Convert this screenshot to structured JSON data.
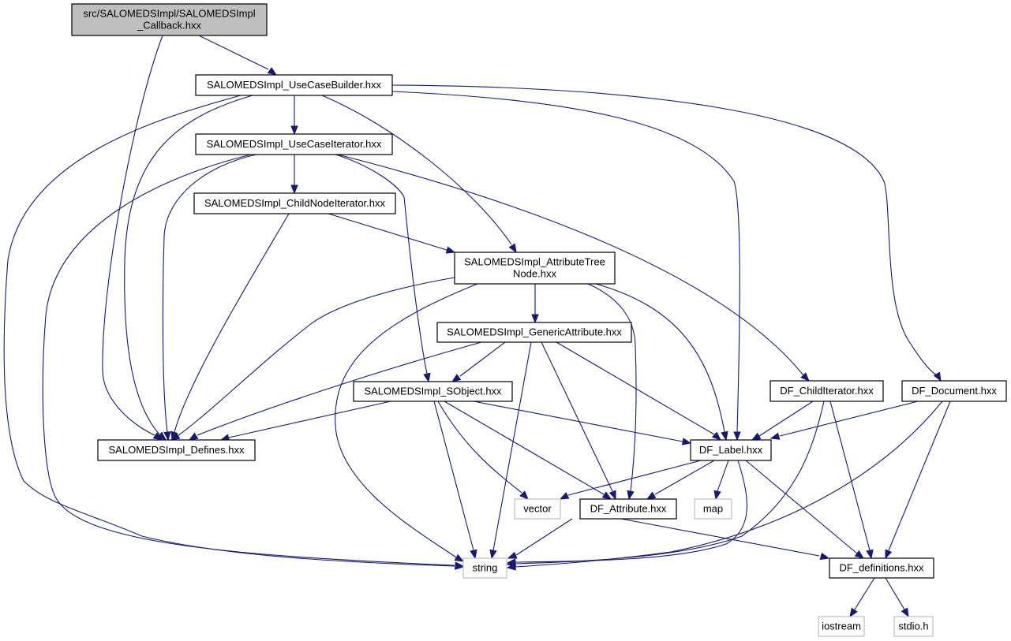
{
  "diagram": {
    "type": "include-dependency-graph",
    "colors": {
      "edge": "#191970",
      "root_fill": "#bfbfbf",
      "root_border": "#000000",
      "node_border": "#000000",
      "external_border": "#bfbfbf",
      "background": "#ffffff"
    },
    "nodes": [
      {
        "id": "callback",
        "lines": [
          "src/SALOMEDSImpl/SALOMEDSImpl",
          "_Callback.hxx"
        ],
        "kind": "root"
      },
      {
        "id": "usecasebuilder",
        "lines": [
          "SALOMEDSImpl_UseCaseBuilder.hxx"
        ],
        "kind": "internal"
      },
      {
        "id": "usecaseiterator",
        "lines": [
          "SALOMEDSImpl_UseCaseIterator.hxx"
        ],
        "kind": "internal"
      },
      {
        "id": "childnodeiterator",
        "lines": [
          "SALOMEDSImpl_ChildNodeIterator.hxx"
        ],
        "kind": "internal"
      },
      {
        "id": "attributetreenode",
        "lines": [
          "SALOMEDSImpl_AttributeTree",
          "Node.hxx"
        ],
        "kind": "internal"
      },
      {
        "id": "genericattribute",
        "lines": [
          "SALOMEDSImpl_GenericAttribute.hxx"
        ],
        "kind": "internal"
      },
      {
        "id": "sobject",
        "lines": [
          "SALOMEDSImpl_SObject.hxx"
        ],
        "kind": "internal"
      },
      {
        "id": "defines",
        "lines": [
          "SALOMEDSImpl_Defines.hxx"
        ],
        "kind": "internal"
      },
      {
        "id": "dfchilditerator",
        "lines": [
          "DF_ChildIterator.hxx"
        ],
        "kind": "internal"
      },
      {
        "id": "dfdocument",
        "lines": [
          "DF_Document.hxx"
        ],
        "kind": "internal"
      },
      {
        "id": "dflabel",
        "lines": [
          "DF_Label.hxx"
        ],
        "kind": "internal"
      },
      {
        "id": "vector",
        "lines": [
          "vector"
        ],
        "kind": "external"
      },
      {
        "id": "dfattribute",
        "lines": [
          "DF_Attribute.hxx"
        ],
        "kind": "internal"
      },
      {
        "id": "map",
        "lines": [
          "map"
        ],
        "kind": "external"
      },
      {
        "id": "string",
        "lines": [
          "string"
        ],
        "kind": "external"
      },
      {
        "id": "dfdefinitions",
        "lines": [
          "DF_definitions.hxx"
        ],
        "kind": "internal"
      },
      {
        "id": "iostream",
        "lines": [
          "iostream"
        ],
        "kind": "external"
      },
      {
        "id": "stdio",
        "lines": [
          "stdio.h"
        ],
        "kind": "external"
      }
    ],
    "edges": [
      {
        "from": "callback",
        "to": "usecasebuilder"
      },
      {
        "from": "callback",
        "to": "defines"
      },
      {
        "from": "usecasebuilder",
        "to": "usecaseiterator"
      },
      {
        "from": "usecasebuilder",
        "to": "attributetreenode"
      },
      {
        "from": "usecasebuilder",
        "to": "defines"
      },
      {
        "from": "usecasebuilder",
        "to": "string"
      },
      {
        "from": "usecasebuilder",
        "to": "dflabel"
      },
      {
        "from": "usecasebuilder",
        "to": "dfdocument"
      },
      {
        "from": "usecaseiterator",
        "to": "childnodeiterator"
      },
      {
        "from": "usecaseiterator",
        "to": "sobject"
      },
      {
        "from": "usecaseiterator",
        "to": "defines"
      },
      {
        "from": "usecaseiterator",
        "to": "string"
      },
      {
        "from": "usecaseiterator",
        "to": "dfchilditerator"
      },
      {
        "from": "childnodeiterator",
        "to": "attributetreenode"
      },
      {
        "from": "childnodeiterator",
        "to": "defines"
      },
      {
        "from": "attributetreenode",
        "to": "genericattribute"
      },
      {
        "from": "attributetreenode",
        "to": "defines"
      },
      {
        "from": "attributetreenode",
        "to": "string"
      },
      {
        "from": "attributetreenode",
        "to": "dfattribute"
      },
      {
        "from": "attributetreenode",
        "to": "dflabel"
      },
      {
        "from": "genericattribute",
        "to": "sobject"
      },
      {
        "from": "genericattribute",
        "to": "defines"
      },
      {
        "from": "genericattribute",
        "to": "string"
      },
      {
        "from": "genericattribute",
        "to": "dfattribute"
      },
      {
        "from": "genericattribute",
        "to": "dflabel"
      },
      {
        "from": "sobject",
        "to": "defines"
      },
      {
        "from": "sobject",
        "to": "dflabel"
      },
      {
        "from": "sobject",
        "to": "vector"
      },
      {
        "from": "sobject",
        "to": "dfattribute"
      },
      {
        "from": "sobject",
        "to": "string"
      },
      {
        "from": "dfchilditerator",
        "to": "dflabel"
      },
      {
        "from": "dfchilditerator",
        "to": "string"
      },
      {
        "from": "dfchilditerator",
        "to": "dfdefinitions"
      },
      {
        "from": "dfdocument",
        "to": "dflabel"
      },
      {
        "from": "dfdocument",
        "to": "string"
      },
      {
        "from": "dfdocument",
        "to": "dfdefinitions"
      },
      {
        "from": "dflabel",
        "to": "vector"
      },
      {
        "from": "dflabel",
        "to": "dfattribute"
      },
      {
        "from": "dflabel",
        "to": "map"
      },
      {
        "from": "dflabel",
        "to": "string"
      },
      {
        "from": "dflabel",
        "to": "dfdefinitions"
      },
      {
        "from": "dfattribute",
        "to": "string"
      },
      {
        "from": "dfattribute",
        "to": "dfdefinitions"
      },
      {
        "from": "dfdefinitions",
        "to": "iostream"
      },
      {
        "from": "dfdefinitions",
        "to": "stdio"
      }
    ]
  }
}
